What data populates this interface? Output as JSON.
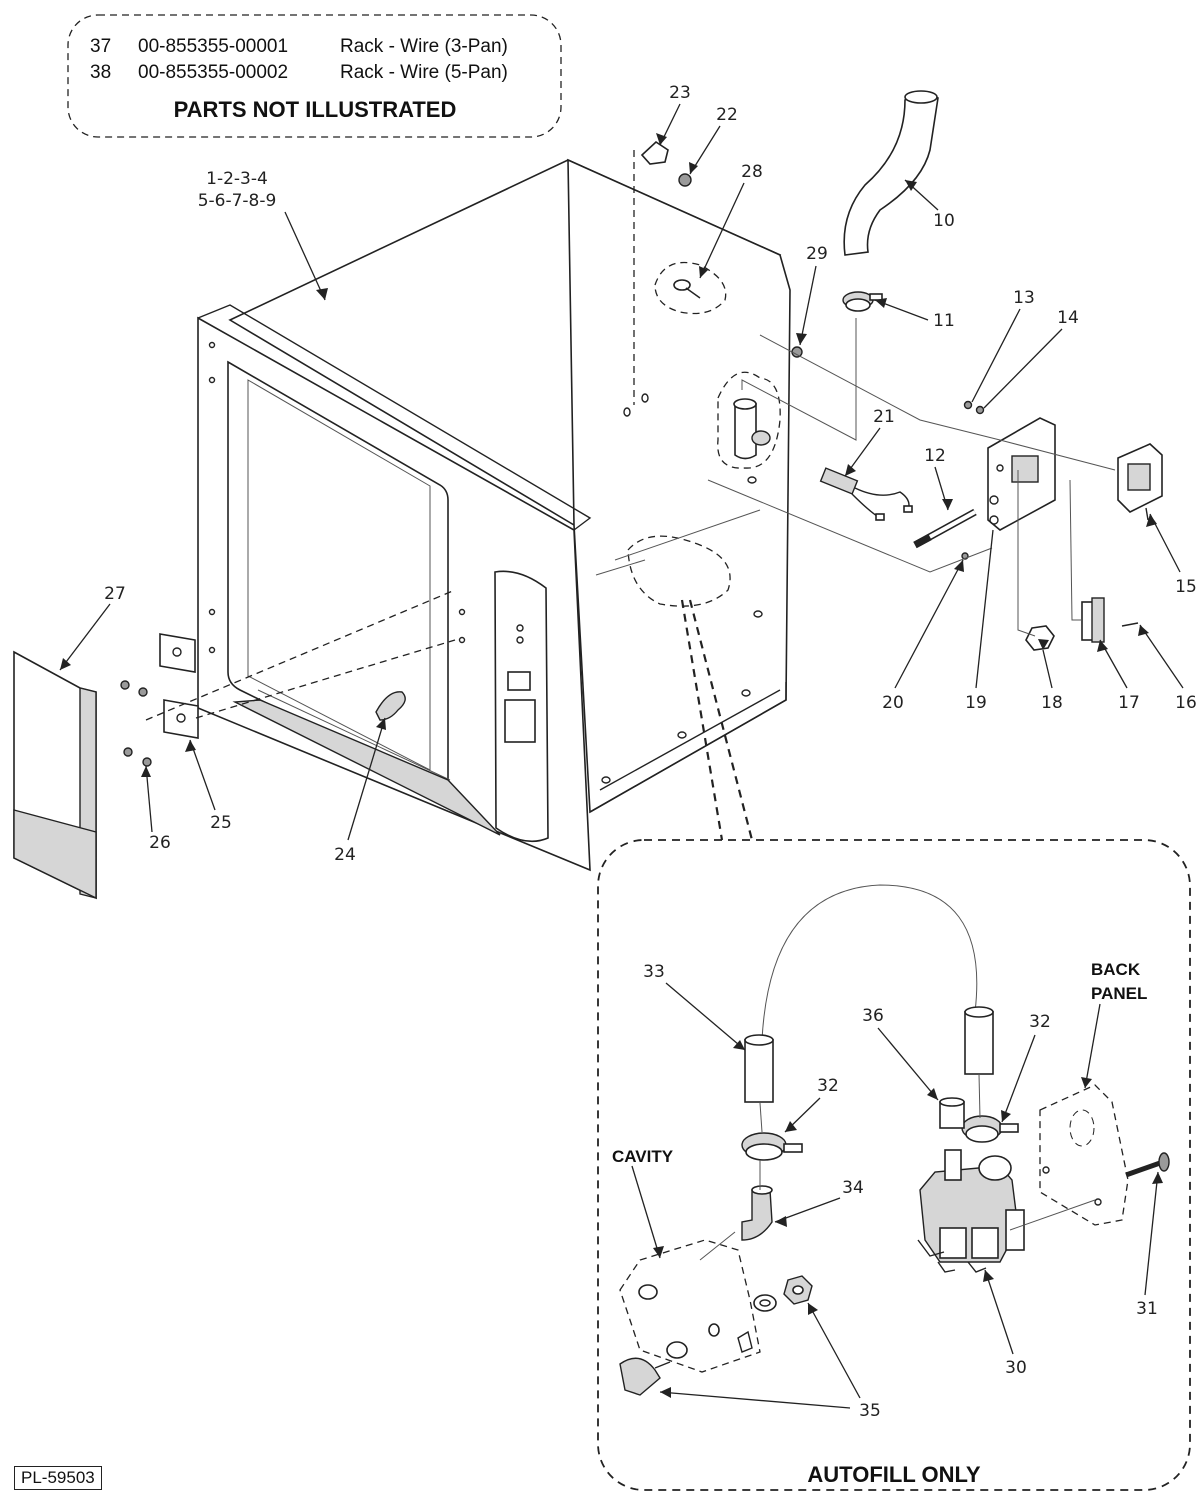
{
  "parts_not_illustrated": {
    "heading": "PARTS NOT ILLUSTRATED",
    "rows": [
      {
        "item": "37",
        "part_number": "00-855355-00001",
        "description": "Rack - Wire (3-Pan)"
      },
      {
        "item": "38",
        "part_number": "00-855355-00002",
        "description": "Rack - Wire (5-Pan)"
      }
    ]
  },
  "callouts": {
    "c1": "1-2-3-4",
    "c2": "5-6-7-8-9",
    "c10": "10",
    "c11": "11",
    "c12": "12",
    "c13": "13",
    "c14": "14",
    "c15": "15",
    "c16": "16",
    "c17": "17",
    "c18": "18",
    "c19": "19",
    "c20": "20",
    "c21": "21",
    "c22": "22",
    "c23": "23",
    "c24": "24",
    "c25": "25",
    "c26": "26",
    "c27": "27",
    "c28": "28",
    "c29": "29",
    "c30": "30",
    "c31": "31",
    "c32a": "32",
    "c32b": "32",
    "c33": "33",
    "c34": "34",
    "c35": "35",
    "c36": "36"
  },
  "autofill": {
    "title": "AUTOFILL ONLY",
    "cavity_label": "CAVITY",
    "back_panel_line1": "BACK",
    "back_panel_line2": "PANEL"
  },
  "plate_number": "PL-59503"
}
